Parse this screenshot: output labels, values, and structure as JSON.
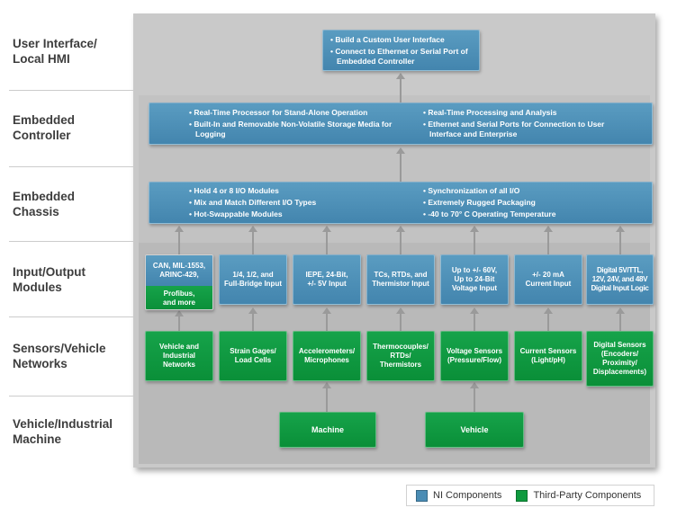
{
  "colors": {
    "ni_blue": "#4A8CB4",
    "third_party_green": "#0F9A3E",
    "panel_gray": "#C9C9C9",
    "arrow_gray": "#9A9A9A"
  },
  "row_labels": [
    "User Interface/\nLocal HMI",
    "Embedded\nController",
    "Embedded\nChassis",
    "Input/Output\nModules",
    "Sensors/Vehicle\nNetworks",
    "Vehicle/Industrial\nMachine"
  ],
  "ui_hmi": {
    "bullets": [
      "Build a Custom User Interface",
      "Connect to Ethernet or Serial Port of Embedded Controller"
    ]
  },
  "controller": {
    "left_bullets": [
      "Real-Time Processor for Stand-Alone Operation",
      "Built-In and Removable Non-Volatile Storage Media for Logging"
    ],
    "right_bullets": [
      "Real-Time Processing and Analysis",
      "Ethernet and Serial Ports for Connection to User Interface and Enterprise"
    ]
  },
  "chassis": {
    "left_bullets": [
      "Hold 4 or 8 I/O Modules",
      "Mix and Match Different I/O Types",
      "Hot-Swappable Modules"
    ],
    "right_bullets": [
      "Synchronization of all I/O",
      "Extremely Rugged Packaging",
      "-40 to 70° C Operating Temperature"
    ]
  },
  "io_modules": {
    "bus_blue": "CAN, MIL-1553,\nARINC-429,",
    "bus_green": "Profibus,\nand more",
    "bridge": "1/4, 1/2, and\nFull-Bridge Input",
    "iepe": "IEPE, 24-Bit,\n+/- 5V Input",
    "thermistor": "TCs, RTDs, and\nThermistor Input",
    "voltage": "Up to +/- 60V,\nUp to 24-Bit\nVoltage Input",
    "current": "+/- 20 mA\nCurrent Input",
    "digital": "Digital 5V/TTL,\n12V, 24V, and 48V\nDigital Input Logic"
  },
  "sensors": [
    "Vehicle and\nIndustrial\nNetworks",
    "Strain Gages/\nLoad Cells",
    "Accelerometers/\nMicrophones",
    "Thermocouples/\nRTDs/\nThermistors",
    "Voltage Sensors\n(Pressure/Flow)",
    "Current Sensors\n(Light/pH)",
    "Digital Sensors\n(Encoders/\nProximity/\nDisplacements)"
  ],
  "machines": [
    "Machine",
    "Vehicle"
  ],
  "legend": {
    "ni": "NI Components",
    "third_party": "Third-Party Components"
  }
}
